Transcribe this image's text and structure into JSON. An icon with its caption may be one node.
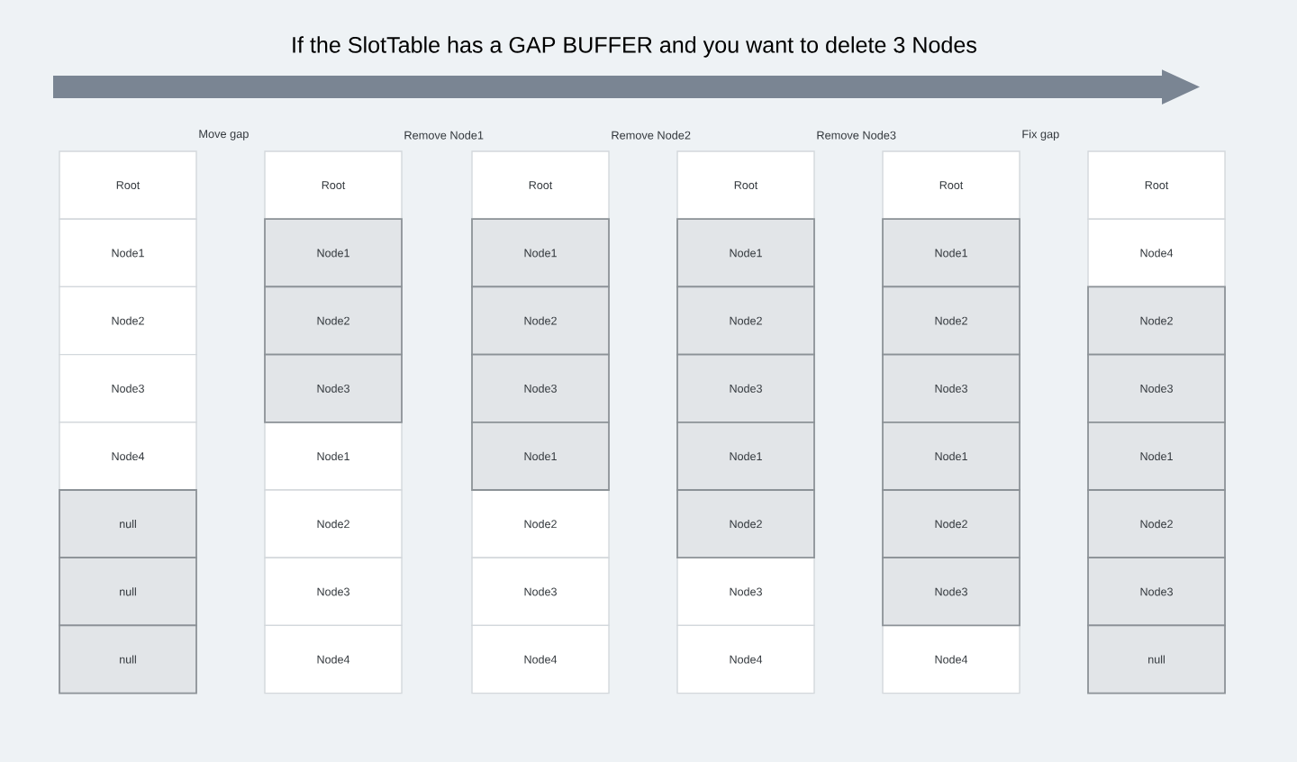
{
  "diagram": {
    "title": "If the SlotTable has a GAP BUFFER and you want to delete 3 Nodes",
    "nodes": [
      {
        "text": [
          "Root"
        ]
      },
      {
        "text": [
          "Node1"
        ]
      },
      {
        "text": [
          "Node2"
        ]
      },
      {
        "text": [
          "Node3"
        ]
      },
      {
        "text": [
          "Node4"
        ]
      },
      {
        "text": [
          "null"
        ]
      },
      {
        "text": [
          "null"
        ]
      },
      {
        "text": [
          "null"
        ]
      },
      {
        "text": [
          "Root"
        ]
      },
      {
        "text": [
          "Node1"
        ]
      },
      {
        "text": [
          "Node2"
        ]
      },
      {
        "text": [
          "Node3"
        ]
      },
      {
        "text": [
          "Node1"
        ]
      },
      {
        "text": [
          "Node2"
        ]
      },
      {
        "text": [
          "Node3"
        ]
      },
      {
        "text": [
          "Node4"
        ]
      },
      {
        "text": [
          "Root"
        ]
      },
      {
        "text": [
          "Node1"
        ]
      },
      {
        "text": [
          "Node2"
        ]
      },
      {
        "text": [
          "Node3"
        ]
      },
      {
        "text": [
          "Node1"
        ]
      },
      {
        "text": [
          "Node2"
        ]
      },
      {
        "text": [
          "Node3"
        ]
      },
      {
        "text": [
          "Node4"
        ]
      },
      {
        "text": [
          "Root"
        ]
      },
      {
        "text": [
          "Node1"
        ]
      },
      {
        "text": [
          "Node2"
        ]
      },
      {
        "text": [
          "Node3"
        ]
      },
      {
        "text": [
          "Node1"
        ]
      },
      {
        "text": [
          "Node2"
        ]
      },
      {
        "text": [
          "Node3"
        ]
      },
      {
        "text": [
          "Node4"
        ]
      },
      {
        "text": [
          "Root"
        ]
      },
      {
        "text": [
          "Node1"
        ]
      },
      {
        "text": [
          "Node2"
        ]
      },
      {
        "text": [
          "Node3"
        ]
      },
      {
        "text": [
          "Node1"
        ]
      },
      {
        "text": [
          "Node2"
        ]
      },
      {
        "text": [
          "Node3"
        ]
      },
      {
        "text": [
          "Node4"
        ]
      },
      {
        "text": [
          "Root"
        ]
      },
      {
        "text": [
          "Node4"
        ]
      },
      {
        "text": [
          "Node2"
        ]
      },
      {
        "text": [
          "Node3"
        ]
      },
      {
        "text": [
          "Node1"
        ]
      },
      {
        "text": [
          "Node2"
        ]
      },
      {
        "text": [
          "Node3"
        ]
      },
      {
        "text": [
          "null"
        ]
      }
    ],
    "labels": [
      "Move gap",
      "Remove Node1",
      "Remove Node2",
      "Remove Node3",
      "Fix gap"
    ]
  }
}
